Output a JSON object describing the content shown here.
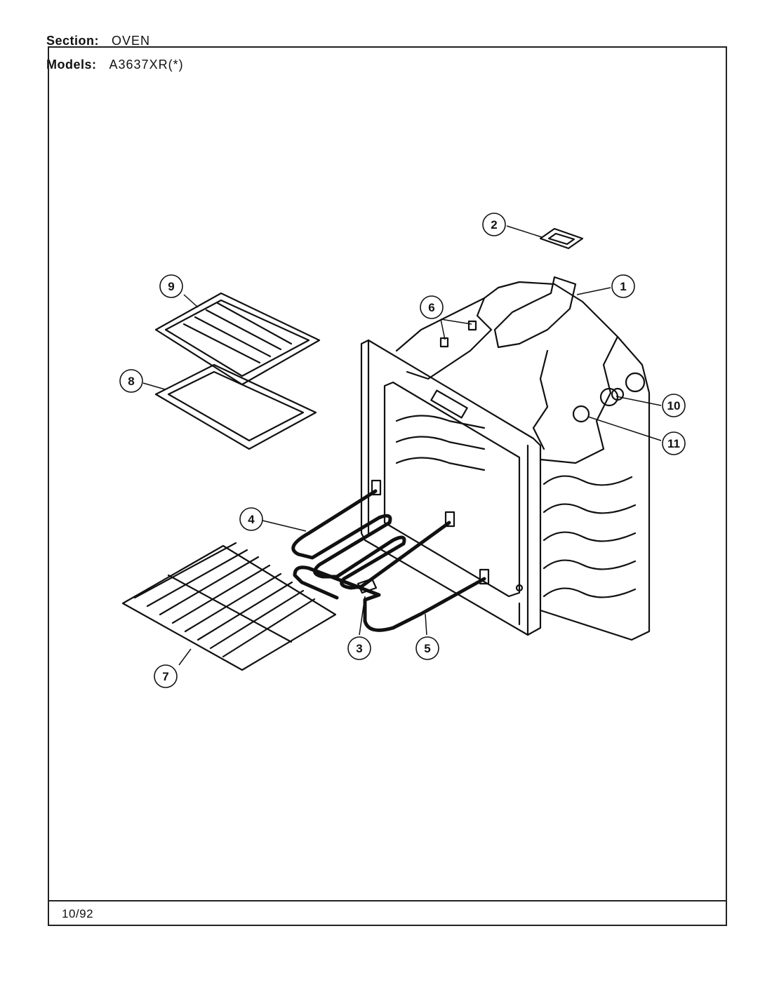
{
  "header": {
    "section_label": "Section:",
    "section_value": "OVEN",
    "models_label": "Models:",
    "models_value": "A3637XR(*)"
  },
  "footer": {
    "date": "10/92"
  },
  "callouts": {
    "c1": "1",
    "c2": "2",
    "c3": "3",
    "c4": "4",
    "c5": "5",
    "c6": "6",
    "c7": "7",
    "c8": "8",
    "c9": "9",
    "c10": "10",
    "c11": "11"
  }
}
